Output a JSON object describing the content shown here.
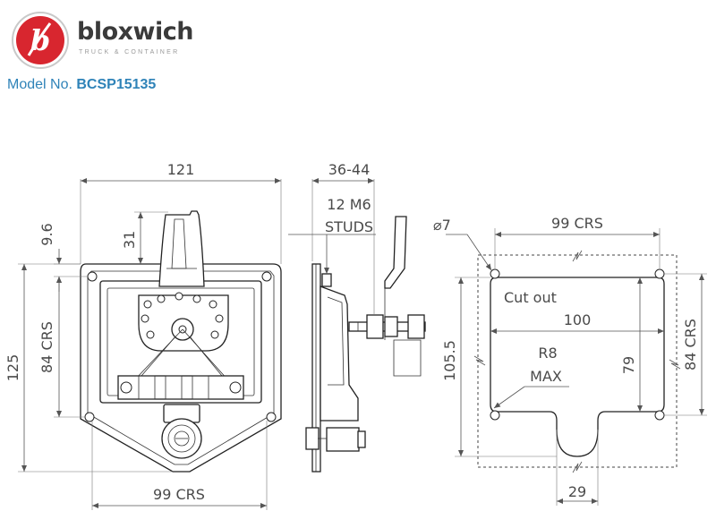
{
  "brand": {
    "name": "bloxwich",
    "tagline": "TRUCK & CONTAINER",
    "logo_letter": "b",
    "logo_color": "#d8262f"
  },
  "model": {
    "label": "Model No.",
    "number": "BCSP15135"
  },
  "front_view": {
    "width": "121",
    "height": "125",
    "handle_offset": "9.6",
    "handle_height": "31",
    "vertical_crs": "84 CRS",
    "bottom_crs": "99 CRS"
  },
  "side_view": {
    "depth": "36-44",
    "studs_line1": "12 M6",
    "studs_line2": "STUDS"
  },
  "cutout_view": {
    "hole_diameter": "⌀7",
    "top_crs": "99 CRS",
    "cut_out_label": "Cut out",
    "cut_width": "100",
    "cut_height": "105.5",
    "inner_height": "79",
    "right_crs": "84 CRS",
    "radius_line1": "R8",
    "radius_line2": "MAX",
    "tab_width": "29"
  }
}
